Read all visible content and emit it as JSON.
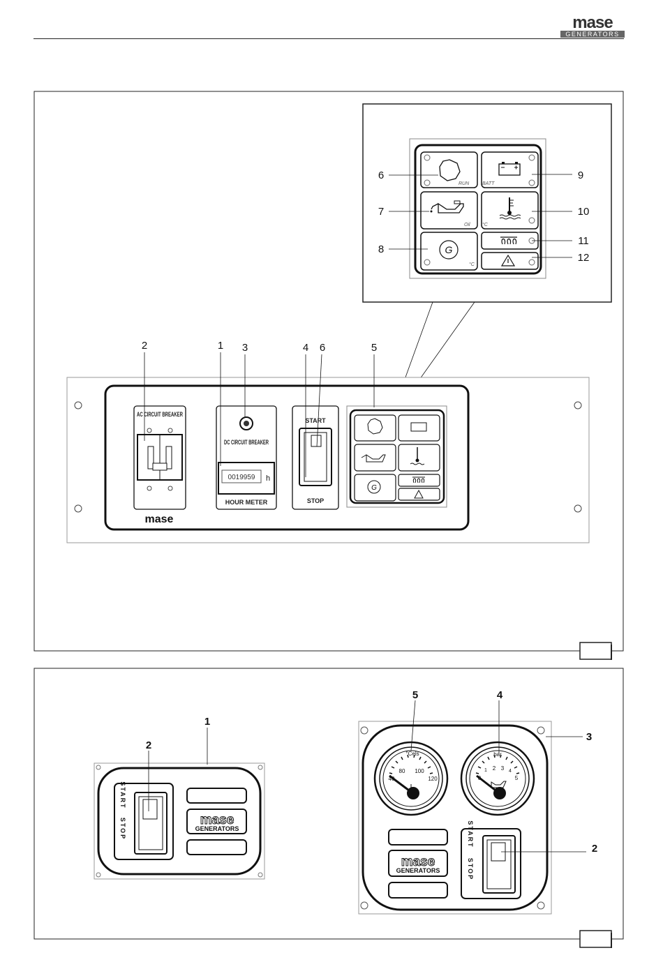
{
  "header": {
    "logo_word": "mase",
    "logo_sub": "GENERATORS"
  },
  "figure1": {
    "inset": {
      "labels": [
        "6",
        "7",
        "8",
        "9",
        "10",
        "11",
        "12"
      ],
      "lamp_texts": {
        "run": "RUN",
        "batt": "BATT",
        "oil": "Oil",
        "temp": "°C",
        "gen_unit": "°C",
        "gen_letter": "G"
      }
    },
    "callouts": [
      "2",
      "1",
      "3",
      "4",
      "6",
      "5"
    ],
    "panel": {
      "ac_breaker": "AC CIRCUIT BREAKER",
      "dc_breaker": "DC CIRCUIT BREAKER",
      "hour_value": "0019959",
      "hour_unit": "h",
      "hour_meter": "HOUR METER",
      "start": "START",
      "stop": "STOP",
      "brand": "mase"
    }
  },
  "figure2": {
    "left_panel": {
      "callouts": [
        "1",
        "2"
      ],
      "switch_start": "START",
      "switch_stop": "STOP",
      "logo_word": "mase",
      "logo_sub": "GENERATORS"
    },
    "right_panel": {
      "callouts": [
        "5",
        "4",
        "3",
        "2"
      ],
      "temp_unit": "°Cels",
      "temp_ticks": [
        "40",
        "80",
        "100",
        "120"
      ],
      "press_unit": "bar",
      "press_ticks": [
        "0",
        "1",
        "2",
        "3",
        "4",
        "5"
      ],
      "switch_start": "START",
      "switch_stop": "STOP",
      "logo_word": "mase",
      "logo_sub": "GENERATORS"
    }
  }
}
